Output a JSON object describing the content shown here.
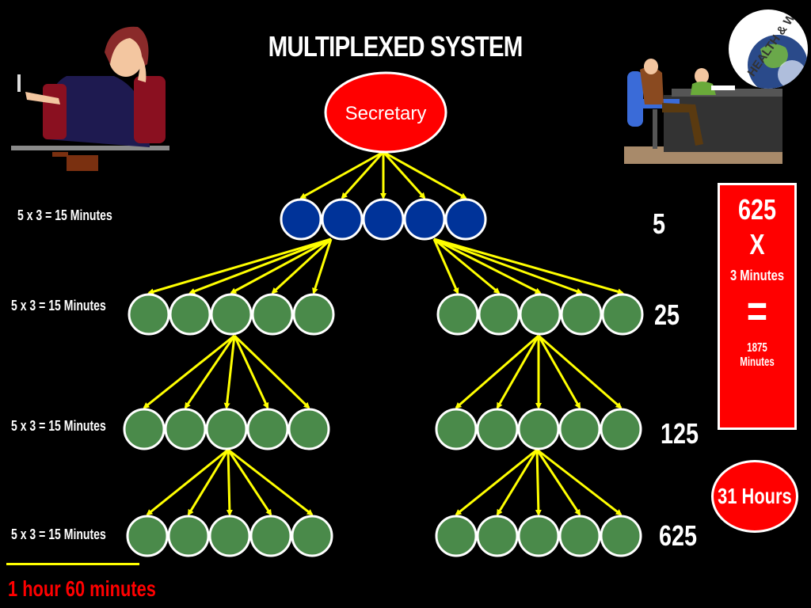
{
  "title": "MULTIPLEXED SYSTEM",
  "secretary_label": "Secretary",
  "row_labels": [
    "5 x 3 = 15 Minutes",
    "5 x 3 = 15 Minutes",
    "5 x 3 = 15 Minutes",
    "5 x 3 = 15 Minutes"
  ],
  "counts": [
    "5",
    "25",
    "125",
    "625"
  ],
  "calc": {
    "top": "625",
    "times": "X",
    "minutes": "3 Minutes",
    "equals": "=",
    "result": "1875 Minutes"
  },
  "hours_badge": "31 Hours",
  "total": "1 hour 60 minutes",
  "logo_text": "HEALTH & W",
  "colors": {
    "secretary_fill": "#ff0000",
    "blue_node": "#003399",
    "green_node": "#4a8a4a",
    "arrow": "#ffff00",
    "calc_box": "#ff0000",
    "total_text": "#ff0000"
  },
  "icons": [
    "judge-clipart",
    "office-meeting-clipart",
    "globe-logo"
  ]
}
